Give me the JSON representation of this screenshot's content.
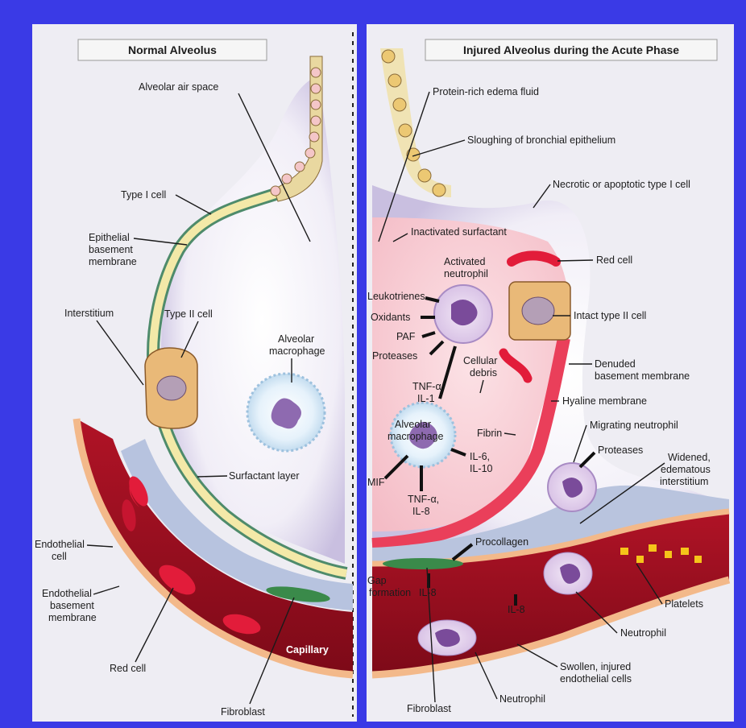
{
  "left_panel": {
    "title": "Normal Alveolus",
    "labels": {
      "alveolar_air_space": "Alveolar air space",
      "type1_cell": "Type I cell",
      "epithelial_bm_1": "Epithelial",
      "epithelial_bm_2": "basement",
      "epithelial_bm_3": "membrane",
      "interstitium": "Interstitium",
      "type2_cell": "Type II cell",
      "alv_mac_1": "Alveolar",
      "alv_mac_2": "macrophage",
      "surfactant_layer": "Surfactant layer",
      "endothelial_cell_1": "Endothelial",
      "endothelial_cell_2": "cell",
      "endothelial_bm_1": "Endothelial",
      "endothelial_bm_2": "basement",
      "endothelial_bm_3": "membrane",
      "red_cell": "Red cell",
      "capillary": "Capillary",
      "fibroblast": "Fibroblast"
    }
  },
  "right_panel": {
    "title": "Injured Alveolus during the Acute Phase",
    "labels": {
      "protein_edema": "Protein-rich edema fluid",
      "sloughing": "Sloughing of bronchial epithelium",
      "necrotic": "Necrotic or apoptotic type I cell",
      "inactivated_surfactant": "Inactivated surfactant",
      "activated_neutrophil_1": "Activated",
      "activated_neutrophil_2": "neutrophil",
      "red_cell": "Red cell",
      "leukotrienes": "Leukotrienes",
      "oxidants": "Oxidants",
      "paf": "PAF",
      "proteases_1": "Proteases",
      "intact_type2": "Intact type II cell",
      "denuded_bm_1": "Denuded",
      "denuded_bm_2": "basement membrane",
      "tnf_il1_1": "TNF-α,",
      "tnf_il1_2": "IL-1",
      "cellular_debris_1": "Cellular",
      "cellular_debris_2": "debris",
      "hyaline_membrane": "Hyaline membrane",
      "alv_mac_1": "Alveolar",
      "alv_mac_2": "macrophage",
      "fibrin": "Fibrin",
      "migrating_neutrophil": "Migrating neutrophil",
      "proteases_2": "Proteases",
      "il6_il10_1": "IL-6,",
      "il6_il10_2": "IL-10",
      "mif": "MIF",
      "tnf_il8_1": "TNF-α,",
      "tnf_il8_2": "IL-8",
      "widened_1": "Widened,",
      "widened_2": "edematous",
      "widened_3": "interstitium",
      "procollagen": "Procollagen",
      "gap_1": "Gap",
      "gap_2": "formation",
      "il8_a": "IL-8",
      "il8_b": "IL-8",
      "platelets": "Platelets",
      "neutrophil_1": "Neutrophil",
      "swollen_1": "Swollen, injured",
      "swollen_2": "endothelial cells",
      "neutrophil_2": "Neutrophil",
      "fibroblast": "Fibroblast"
    }
  }
}
